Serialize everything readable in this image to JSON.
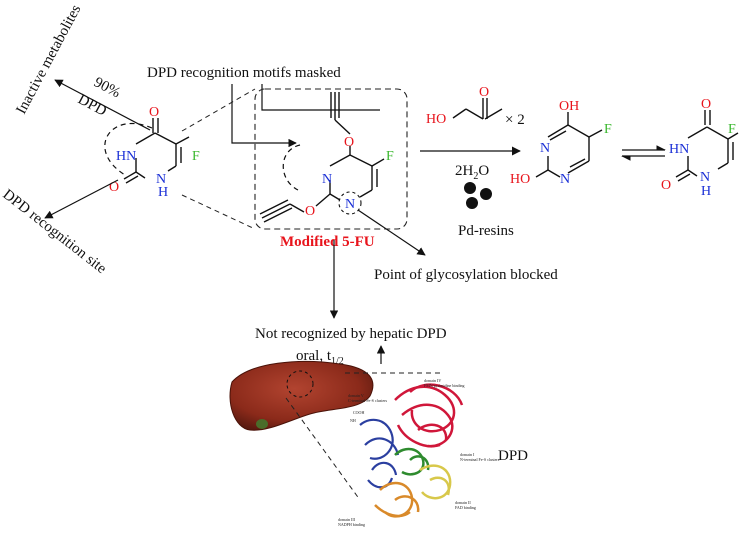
{
  "labels": {
    "inactive_metabolites": "Inactive metabolites",
    "percent_90": "90%",
    "dpd_arrow": "DPD",
    "dpd_recognition_site": "DPD recognition site",
    "motifs_masked": "DPD recognition motifs masked",
    "modified_5fu": "Modified 5-FU",
    "glycosylation_blocked": "Point of glycosylation blocked",
    "not_recognized": "Not recognized by hepatic DPD",
    "oral": "oral, t",
    "oral_sub": "1/2",
    "times_two": "× 2",
    "water": "2H",
    "water_sub": "2",
    "water_o": "O",
    "pd_resins": "Pd-resins",
    "dpd_protein": "DPD"
  },
  "atoms": {
    "O": "O",
    "HN": "HN",
    "H": "H",
    "N": "N",
    "F": "F",
    "HO": "HO"
  },
  "protein_labels": {
    "domain_iv": "domain IV",
    "domain_iv_desc": "FMN/pyrimidine binding",
    "domain_v": "domain V",
    "domain_v_desc": "C-terminal Fe-S clusters",
    "cooh": "COOH",
    "nh2": "NH",
    "domain_i": "domain I",
    "domain_i_desc": "N-terminal Fe-S clusters",
    "domain_ii": "domain II",
    "domain_ii_desc": "FAD binding",
    "domain_iii": "domain III",
    "domain_iii_desc": "NADPH binding"
  },
  "colors": {
    "oxygen": "#e8141c",
    "nitrogen": "#1a2fd6",
    "fluorine": "#3ab82e",
    "highlight": "#e8141c",
    "liver": "#8b2a1a",
    "protein_red": "#d0173a",
    "protein_blue": "#2b3fa0",
    "protein_green": "#2e8b2e",
    "protein_yellow": "#d8c84a",
    "protein_orange": "#d98a2a"
  }
}
